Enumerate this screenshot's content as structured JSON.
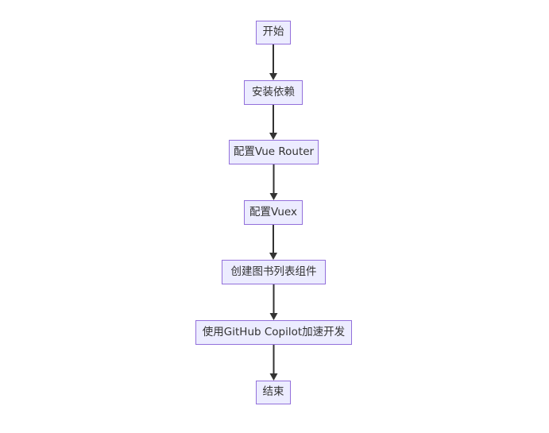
{
  "diagram": {
    "type": "flowchart",
    "direction": "top-to-bottom",
    "colors": {
      "node_fill": "#ECECFF",
      "node_border": "#9370DB",
      "edge": "#333333",
      "text": "#333333"
    },
    "nodes": [
      {
        "id": "start",
        "label": "开始"
      },
      {
        "id": "install-deps",
        "label": "安装依赖"
      },
      {
        "id": "config-router",
        "label": "配置Vue Router"
      },
      {
        "id": "config-vuex",
        "label": "配置Vuex"
      },
      {
        "id": "create-booklist",
        "label": "创建图书列表组件"
      },
      {
        "id": "copilot",
        "label": "使用GitHub Copilot加速开发"
      },
      {
        "id": "end",
        "label": "结束"
      }
    ],
    "edges": [
      {
        "from": "start",
        "to": "install-deps"
      },
      {
        "from": "install-deps",
        "to": "config-router"
      },
      {
        "from": "config-router",
        "to": "config-vuex"
      },
      {
        "from": "config-vuex",
        "to": "create-booklist"
      },
      {
        "from": "create-booklist",
        "to": "copilot"
      },
      {
        "from": "copilot",
        "to": "end"
      }
    ]
  }
}
